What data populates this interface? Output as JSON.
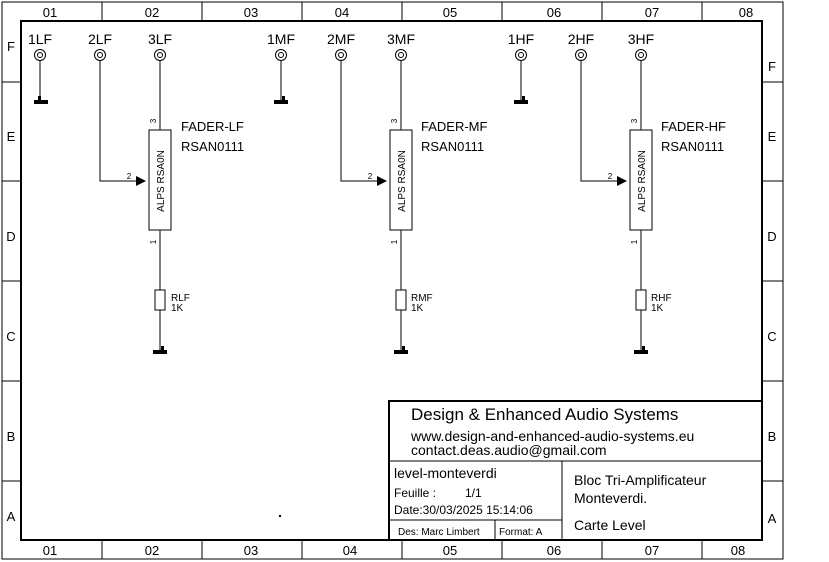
{
  "grid": {
    "columns": [
      "01",
      "02",
      "03",
      "04",
      "05",
      "06",
      "07",
      "08"
    ],
    "rows": [
      "F",
      "E",
      "D",
      "C",
      "B",
      "A"
    ]
  },
  "connectors": [
    "1LF",
    "2LF",
    "3LF",
    "1MF",
    "2MF",
    "3MF",
    "1HF",
    "2HF",
    "3HF"
  ],
  "channels": [
    {
      "fader_label": "FADER-LF",
      "fader_ref": "RSAN0111",
      "part_text": "ALPS RSA0N",
      "pin_top": "3",
      "pin_wiper": "2",
      "pin_bottom": "1",
      "res_label": "RLF",
      "res_value": "1K"
    },
    {
      "fader_label": "FADER-MF",
      "fader_ref": "RSAN0111",
      "part_text": "ALPS RSA0N",
      "pin_top": "3",
      "pin_wiper": "2",
      "pin_bottom": "1",
      "res_label": "RMF",
      "res_value": "1K"
    },
    {
      "fader_label": "FADER-HF",
      "fader_ref": "RSAN0111",
      "part_text": "ALPS RSA0N",
      "pin_top": "3",
      "pin_wiper": "2",
      "pin_bottom": "1",
      "res_label": "RHF",
      "res_value": "1K"
    }
  ],
  "title_block": {
    "company": "Design & Enhanced Audio Systems",
    "website": "www.design-and-enhanced-audio-systems.eu",
    "email": "contact.deas.audio@gmail.com",
    "filename": "level-monteverdi",
    "sheet_label": "Feuille :",
    "sheet_value": "1/1",
    "date": "Date:30/03/2025 15:14:06",
    "designer": "Des: Marc Limbert",
    "format": "Format: A",
    "project_line1": "Bloc Tri-Amplificateur",
    "project_line2": "Monteverdi.",
    "board": "Carte Level"
  }
}
